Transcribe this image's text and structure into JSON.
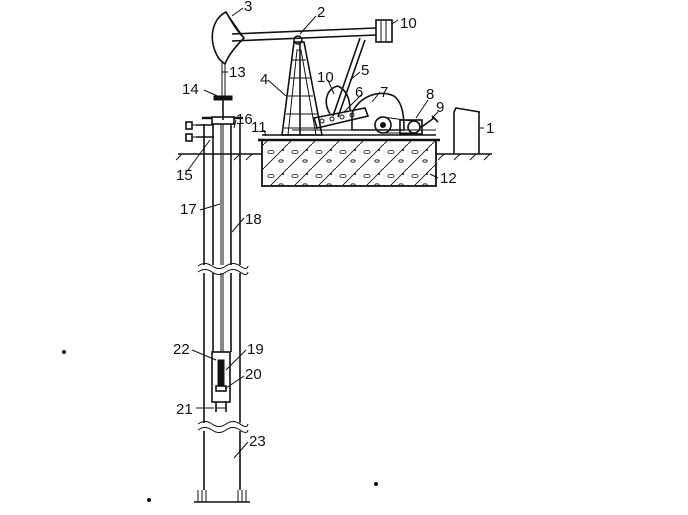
{
  "labels": {
    "n1": "1",
    "n2": "2",
    "n3": "3",
    "n4": "4",
    "n5": "5",
    "n6": "6",
    "n7": "7",
    "n8": "8",
    "n9": "9",
    "n10a": "10",
    "n10b": "10",
    "n11": "11",
    "n12": "12",
    "n13": "13",
    "n14": "14",
    "n15": "15",
    "n16": "16",
    "n17": "17",
    "n18": "18",
    "n19": "19",
    "n20": "20",
    "n21": "21",
    "n22": "22",
    "n23": "23"
  }
}
